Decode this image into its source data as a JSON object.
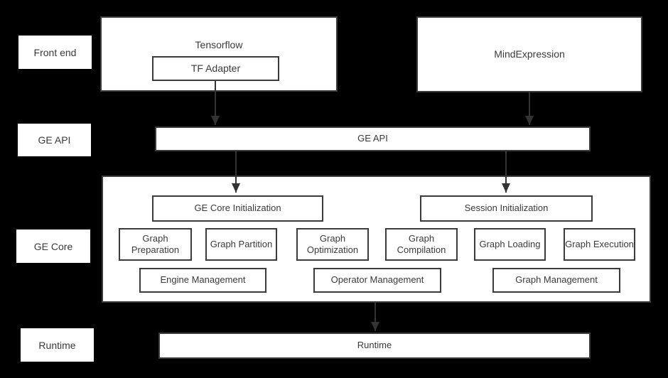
{
  "colors": {
    "background": "#000000",
    "box_fill": "#ffffff",
    "border": "#3b3b3b",
    "text": "#3a3a3a",
    "arrow": "#333333"
  },
  "side_labels": {
    "front_end": "Front end",
    "ge_api": "GE API",
    "ge_core": "GE Core",
    "runtime": "Runtime"
  },
  "front_end": {
    "tensorflow": "Tensorflow",
    "tf_adapter": "TF Adapter",
    "mind_expression": "MindExpression"
  },
  "ge_api": {
    "bar": "GE API"
  },
  "ge_core": {
    "init": [
      "GE Core Initialization",
      "Session Initialization"
    ],
    "modules": [
      "Graph Preparation",
      "Graph Partition",
      "Graph Optimization",
      "Graph Compilation",
      "Graph Loading",
      "Graph Execution"
    ],
    "management": [
      "Engine Management",
      "Operator Management",
      "Graph Management"
    ]
  },
  "runtime": {
    "bar": "Runtime"
  }
}
